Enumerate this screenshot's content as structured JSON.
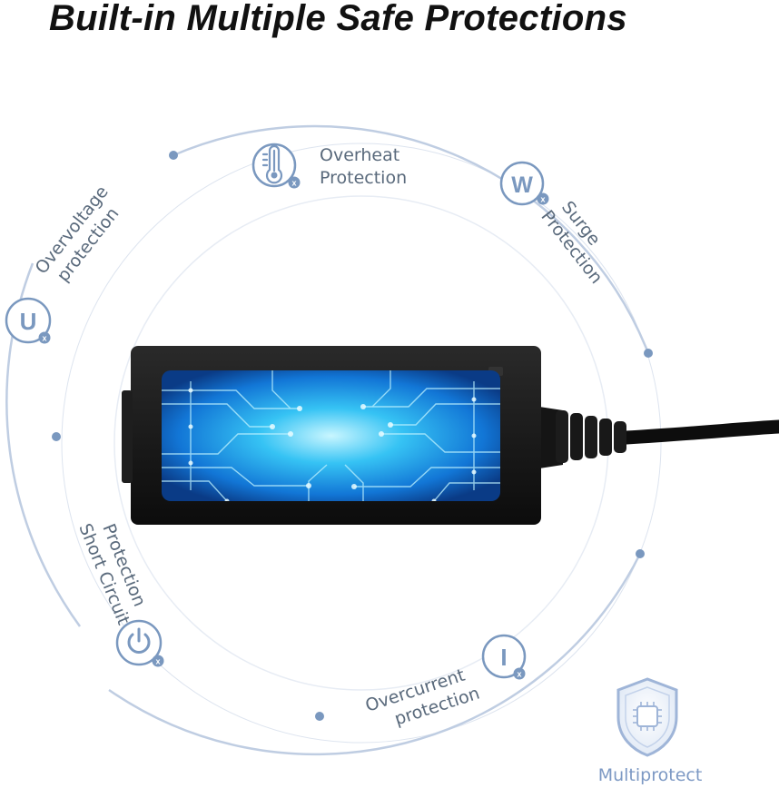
{
  "title": "Built-in Multiple Safe Protections",
  "protections": [
    {
      "label_lines": [
        "Overheat",
        "Protection"
      ],
      "icon": "thermometer-icon"
    },
    {
      "label_lines": [
        "Surge",
        "Protection"
      ],
      "icon_letter": "W",
      "icon": "surge-w-icon"
    },
    {
      "label_lines": [
        "Overvoltage",
        "protection"
      ],
      "icon_letter": "U",
      "icon": "voltage-u-icon"
    },
    {
      "label_lines": [
        "Short Circuit",
        "Protection"
      ],
      "icon": "power-icon"
    },
    {
      "label_lines": [
        "Overcurrent",
        "protection"
      ],
      "icon_letter": "I",
      "icon": "current-i-icon"
    }
  ],
  "badge": {
    "label": "Multiprotect",
    "icon": "shield-chip-icon"
  },
  "icon_sub_letter": "x",
  "colors": {
    "ring": "#bfcde2",
    "icon": "#7a98bf",
    "text": "#5a6a7c",
    "badge": "#7d99c4"
  }
}
